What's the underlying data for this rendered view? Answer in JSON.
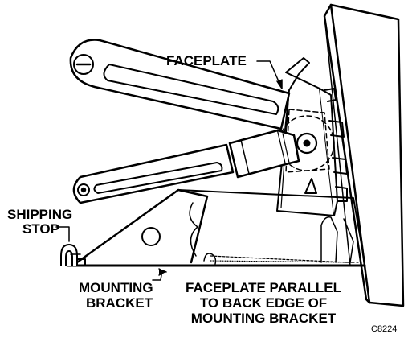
{
  "figure": {
    "labels": {
      "faceplate": "FACEPLATE",
      "shipping_stop_line1": "SHIPPING",
      "shipping_stop_line2": "STOP",
      "mounting_bracket_line1": "MOUNTING",
      "mounting_bracket_line2": "BRACKET",
      "note_line1": "FACEPLATE PARALLEL",
      "note_line2": "TO BACK EDGE OF",
      "note_line3": "MOUNTING BRACKET"
    },
    "figure_code": "C8224"
  }
}
